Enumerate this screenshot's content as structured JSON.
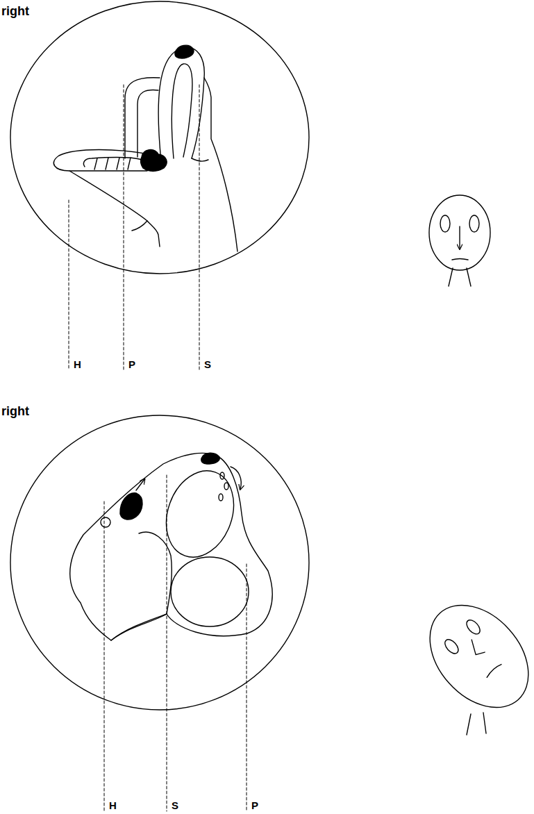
{
  "diagram": {
    "labels": [
      "right",
      "H",
      "P",
      "S",
      "right",
      "H",
      "S",
      "P"
    ]
  }
}
